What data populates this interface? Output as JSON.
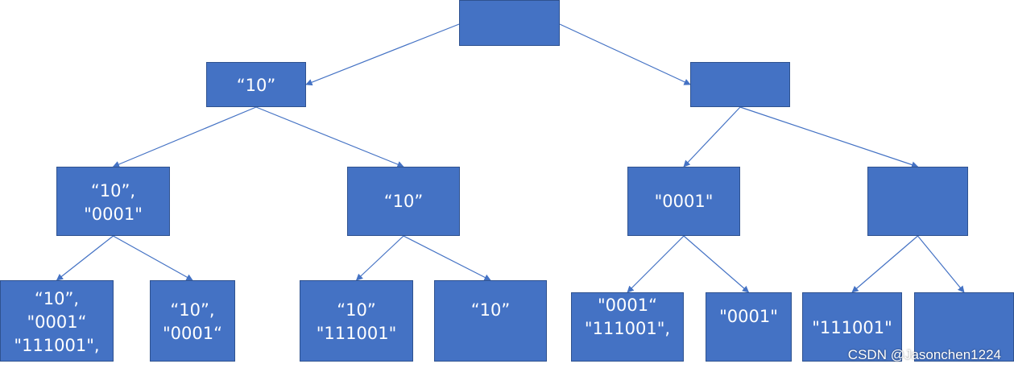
{
  "colors": {
    "node_fill": "#4472C4",
    "node_border": "#2F528F",
    "edge": "#4472C4",
    "text": "#FFFFFF"
  },
  "nodes": [
    {
      "id": "root",
      "lines": []
    },
    {
      "id": "l1-left",
      "lines": [
        "“10”"
      ]
    },
    {
      "id": "l1-right",
      "lines": []
    },
    {
      "id": "l2-a",
      "lines": [
        "“10”,",
        "\"0001\""
      ]
    },
    {
      "id": "l2-b",
      "lines": [
        "“10”"
      ]
    },
    {
      "id": "l2-c",
      "lines": [
        "\"0001\""
      ]
    },
    {
      "id": "l2-d",
      "lines": []
    },
    {
      "id": "l3-a",
      "lines": [
        "“10”,",
        "\"0001“",
        "\"111001\","
      ]
    },
    {
      "id": "l3-b",
      "lines": [
        "“10”,",
        "\"0001“"
      ]
    },
    {
      "id": "l3-c",
      "lines": [
        "“10”",
        "\"111001\""
      ]
    },
    {
      "id": "l3-d",
      "lines": [
        "“10”"
      ]
    },
    {
      "id": "l3-e",
      "lines": [
        "\"0001“",
        "\"111001\","
      ]
    },
    {
      "id": "l3-f",
      "lines": [
        "\"0001\""
      ]
    },
    {
      "id": "l3-g",
      "lines": [
        "\"111001\""
      ]
    },
    {
      "id": "l3-h",
      "lines": []
    }
  ],
  "edges": [
    [
      "root",
      "l1-left"
    ],
    [
      "root",
      "l1-right"
    ],
    [
      "l1-left",
      "l2-a"
    ],
    [
      "l1-left",
      "l2-b"
    ],
    [
      "l1-right",
      "l2-c"
    ],
    [
      "l1-right",
      "l2-d"
    ],
    [
      "l2-a",
      "l3-a"
    ],
    [
      "l2-a",
      "l3-b"
    ],
    [
      "l2-b",
      "l3-c"
    ],
    [
      "l2-b",
      "l3-d"
    ],
    [
      "l2-c",
      "l3-e"
    ],
    [
      "l2-c",
      "l3-f"
    ],
    [
      "l2-d",
      "l3-g"
    ],
    [
      "l2-d",
      "l3-h"
    ]
  ],
  "watermark": "CSDN @Jasonchen1224"
}
